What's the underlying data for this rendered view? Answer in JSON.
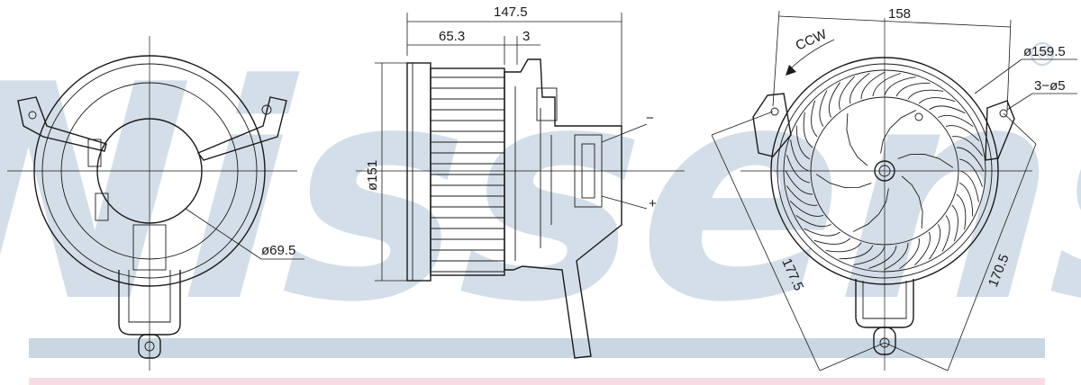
{
  "watermark": {
    "text": "Nissens",
    "registered_mark": "®"
  },
  "colors": {
    "stroke": "#1a1a1a",
    "watermark": "#c9d6e2",
    "blue_band": "#c9d7e3",
    "pink_band": "#f7dde1"
  },
  "views": {
    "front": {
      "dia_label": "ø69.5"
    },
    "side": {
      "overall_length": "147.5",
      "body_length": "65.3",
      "offset": "3",
      "diameter": "ø151",
      "terminal_minus": "−",
      "terminal_plus": "+"
    },
    "rear": {
      "width": "158",
      "rotation": "CCW",
      "outer_dia": "ø159.5",
      "holes": "3−ø5",
      "diag_left": "177.5",
      "diag_right": "170.5"
    }
  }
}
